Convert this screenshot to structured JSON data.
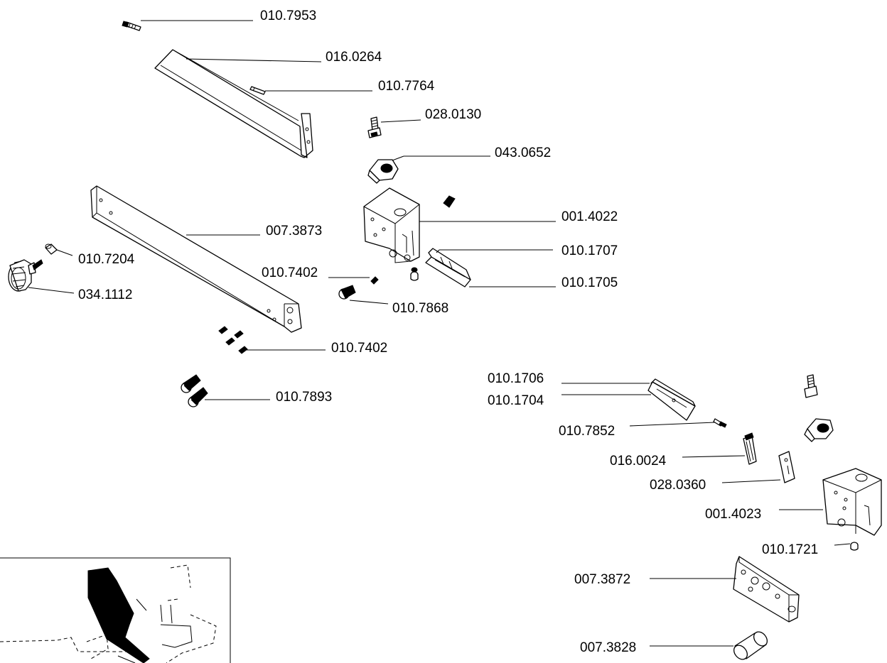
{
  "callouts": [
    {
      "id": "c1",
      "text": "010.7953"
    },
    {
      "id": "c2",
      "text": "016.0264"
    },
    {
      "id": "c3",
      "text": "010.7764"
    },
    {
      "id": "c4",
      "text": "028.0130"
    },
    {
      "id": "c5",
      "text": "043.0652"
    },
    {
      "id": "c6",
      "text": "001.4022"
    },
    {
      "id": "c7",
      "text": "007.3873"
    },
    {
      "id": "c8",
      "text": "010.1707"
    },
    {
      "id": "c9",
      "text": "010.7204"
    },
    {
      "id": "c10",
      "text": "010.7402"
    },
    {
      "id": "c11",
      "text": "010.1705"
    },
    {
      "id": "c12",
      "text": "034.1112"
    },
    {
      "id": "c13",
      "text": "010.7868"
    },
    {
      "id": "c14",
      "text": "010.7402"
    },
    {
      "id": "c15",
      "text": "010.7893"
    },
    {
      "id": "c16",
      "text": "010.1706"
    },
    {
      "id": "c17",
      "text": "010.1704"
    },
    {
      "id": "c18",
      "text": "010.7852"
    },
    {
      "id": "c19",
      "text": "016.0024"
    },
    {
      "id": "c20",
      "text": "028.0360"
    },
    {
      "id": "c21",
      "text": "001.4023"
    },
    {
      "id": "c22",
      "text": "010.1721"
    },
    {
      "id": "c23",
      "text": "007.3872"
    },
    {
      "id": "c24",
      "text": "007.3828"
    }
  ]
}
